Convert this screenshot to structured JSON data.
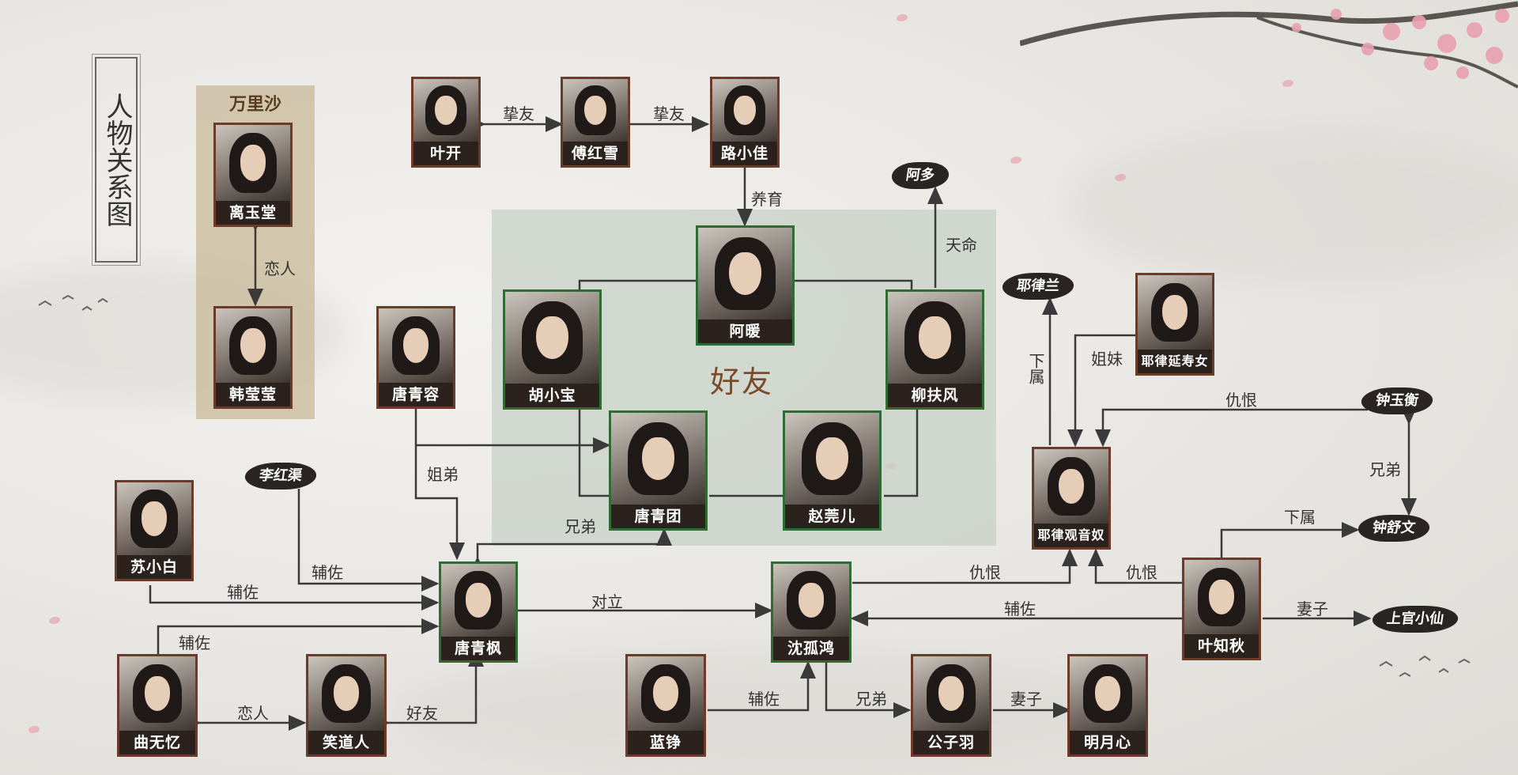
{
  "title": "人物关系图",
  "group_friends": "好友",
  "group_wanlisha": "万里沙",
  "characters": {
    "yekai": "叶开",
    "fuhongxue": "傅红雪",
    "luxiaojia": "路小佳",
    "anuan": "阿暖",
    "huxiaobao": "胡小宝",
    "liufufeng": "柳扶风",
    "tangqingtuan": "唐青团",
    "zhaowaner": "赵莞儿",
    "tangqingrong": "唐青容",
    "liyutang": "离玉堂",
    "hanyingying": "韩莹莹",
    "suxiaobai": "苏小白",
    "tangqingfeng": "唐青枫",
    "quwuyi": "曲无忆",
    "xiaodaoren": "笑道人",
    "lanzheng": "蓝铮",
    "shenguhong": "沈孤鸿",
    "gongziyu": "公子羽",
    "mingyuexin": "明月心",
    "yeluguanyinnu": "耶律观音奴",
    "yeluyanshounv": "耶律延寿女",
    "yezhiqiu": "叶知秋"
  },
  "tags": {
    "aduo": "阿多",
    "yelulan": "耶律兰",
    "lihongqu": "李红渠",
    "zhongyuheng": "钟玉衡",
    "zhongshuwen": "钟舒文",
    "shangguanxiaoxian": "上官小仙"
  },
  "relations": {
    "r1": "挚友",
    "r2": "挚友",
    "r3": "养育",
    "r4": "天命",
    "r5": "恋人",
    "r6": "姐弟",
    "r7": "兄弟",
    "r8": "辅佐",
    "r9": "辅佐",
    "r10": "辅佐",
    "r11": "恋人",
    "r12": "好友",
    "r13": "对立",
    "r14": "辅佐",
    "r15": "兄弟",
    "r16": "妻子",
    "r17": "仇恨",
    "r18": "仇恨",
    "r19": "辅佐",
    "r20": "妻子",
    "r21": "下属",
    "r22": "姐妹",
    "r23": "仇恨",
    "r24": "兄弟",
    "r25": "下属"
  },
  "colors": {
    "card_border": "#6b3a28",
    "card_border_friends": "#2f6b33",
    "friends_bg": "#c9d2c8",
    "wanlisha_bg": "#cdbfa2",
    "line": "#3a3a3a"
  }
}
